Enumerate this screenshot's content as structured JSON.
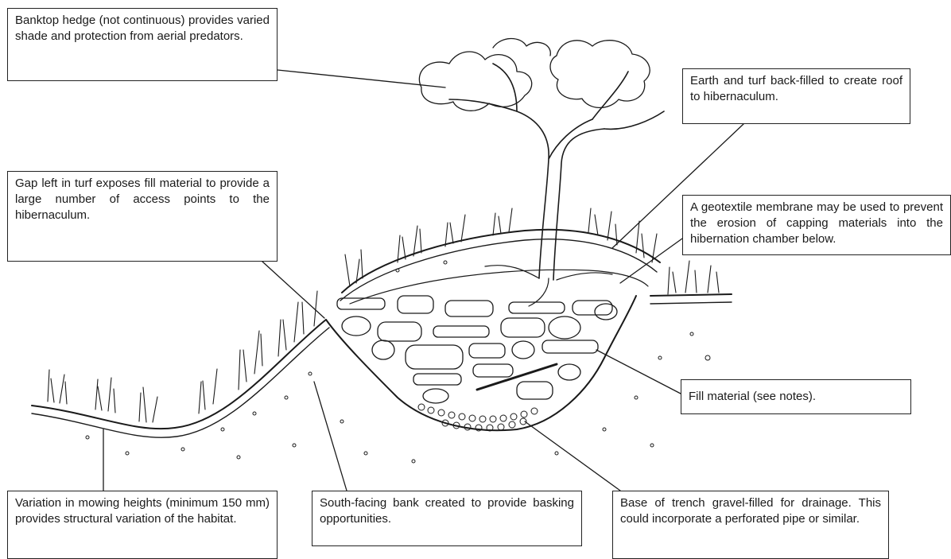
{
  "callouts": {
    "hedge": "Banktop hedge (not continuous) provides varied shade and protection from aerial predators.",
    "roof": "Earth and turf back-filled to create roof to hibernaculum.",
    "gap": "Gap left in turf exposes fill material to provide a large number of access points to the hibernaculum.",
    "geotextile": "A geotextile membrane may be used to prevent the erosion of capping materials into the hibernation chamber below.",
    "fill": "Fill material (see notes).",
    "mowing": "Variation in mowing heights (minimum 150 mm) provides structural variation of the habitat.",
    "bank": "South-facing bank created to provide basking opportunities.",
    "base": "Base of trench gravel-filled for drainage. This could incorporate a perforated pipe or similar."
  },
  "colors": {
    "ink": "#1a1a1a",
    "background": "#ffffff"
  }
}
